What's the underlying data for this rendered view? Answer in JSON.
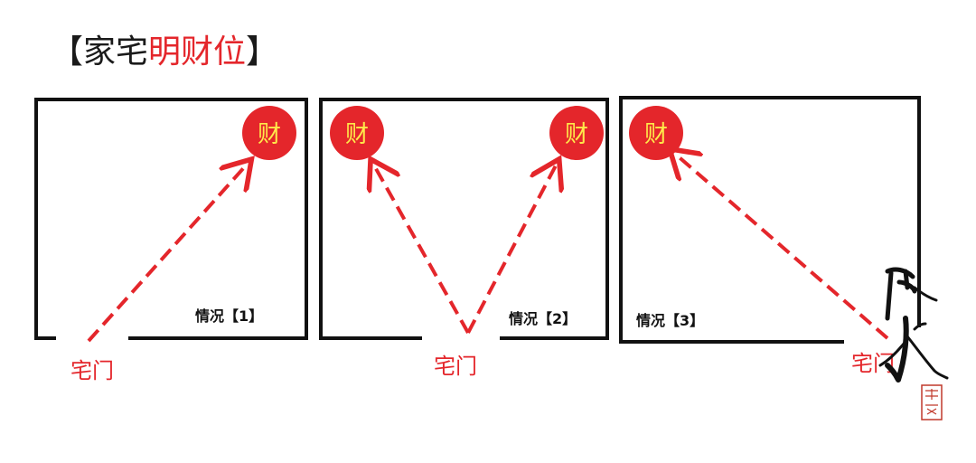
{
  "title": {
    "prefix": "【家宅",
    "highlight": "明财位",
    "suffix": "】"
  },
  "colors": {
    "accent": "#e4262b",
    "wealth_text": "#ffe94a",
    "frame": "#111111"
  },
  "wealth_label": "财",
  "door_label": "宅门",
  "panels": [
    {
      "case_label": "情况【1】"
    },
    {
      "case_label": "情况【2】"
    },
    {
      "case_label": "情况【3】"
    }
  ],
  "watermark": {
    "glyphs": "風水",
    "seal": "顯雲",
    "icon": "brush-calligraphy-watermark"
  }
}
